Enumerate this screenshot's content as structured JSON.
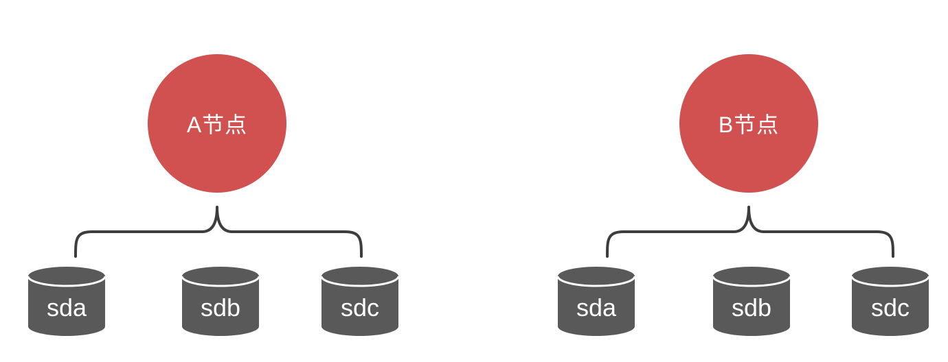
{
  "colors": {
    "node-fill": "#d15050",
    "disk-fill": "#595959",
    "brace-stroke": "#3d3d3d",
    "label-color": "#ffffff"
  },
  "nodes": [
    {
      "label": "A节点",
      "disks": [
        "sda",
        "sdb",
        "sdc"
      ]
    },
    {
      "label": "B节点",
      "disks": [
        "sda",
        "sdb",
        "sdc"
      ]
    }
  ]
}
